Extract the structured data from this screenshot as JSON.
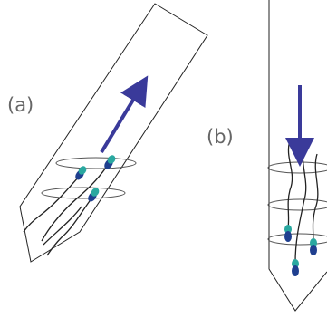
{
  "panels": [
    {
      "label": "(a)",
      "tube": "tilted",
      "arrow": "up"
    },
    {
      "label": "(b)",
      "tube": "vertical",
      "arrow": "down"
    }
  ],
  "colors": {
    "outline": "#222222",
    "arrow": "#3a3a9a",
    "ring": "#555555",
    "sperm_head": "#1f3f8f",
    "sperm_mid": "#2aa8a0"
  }
}
